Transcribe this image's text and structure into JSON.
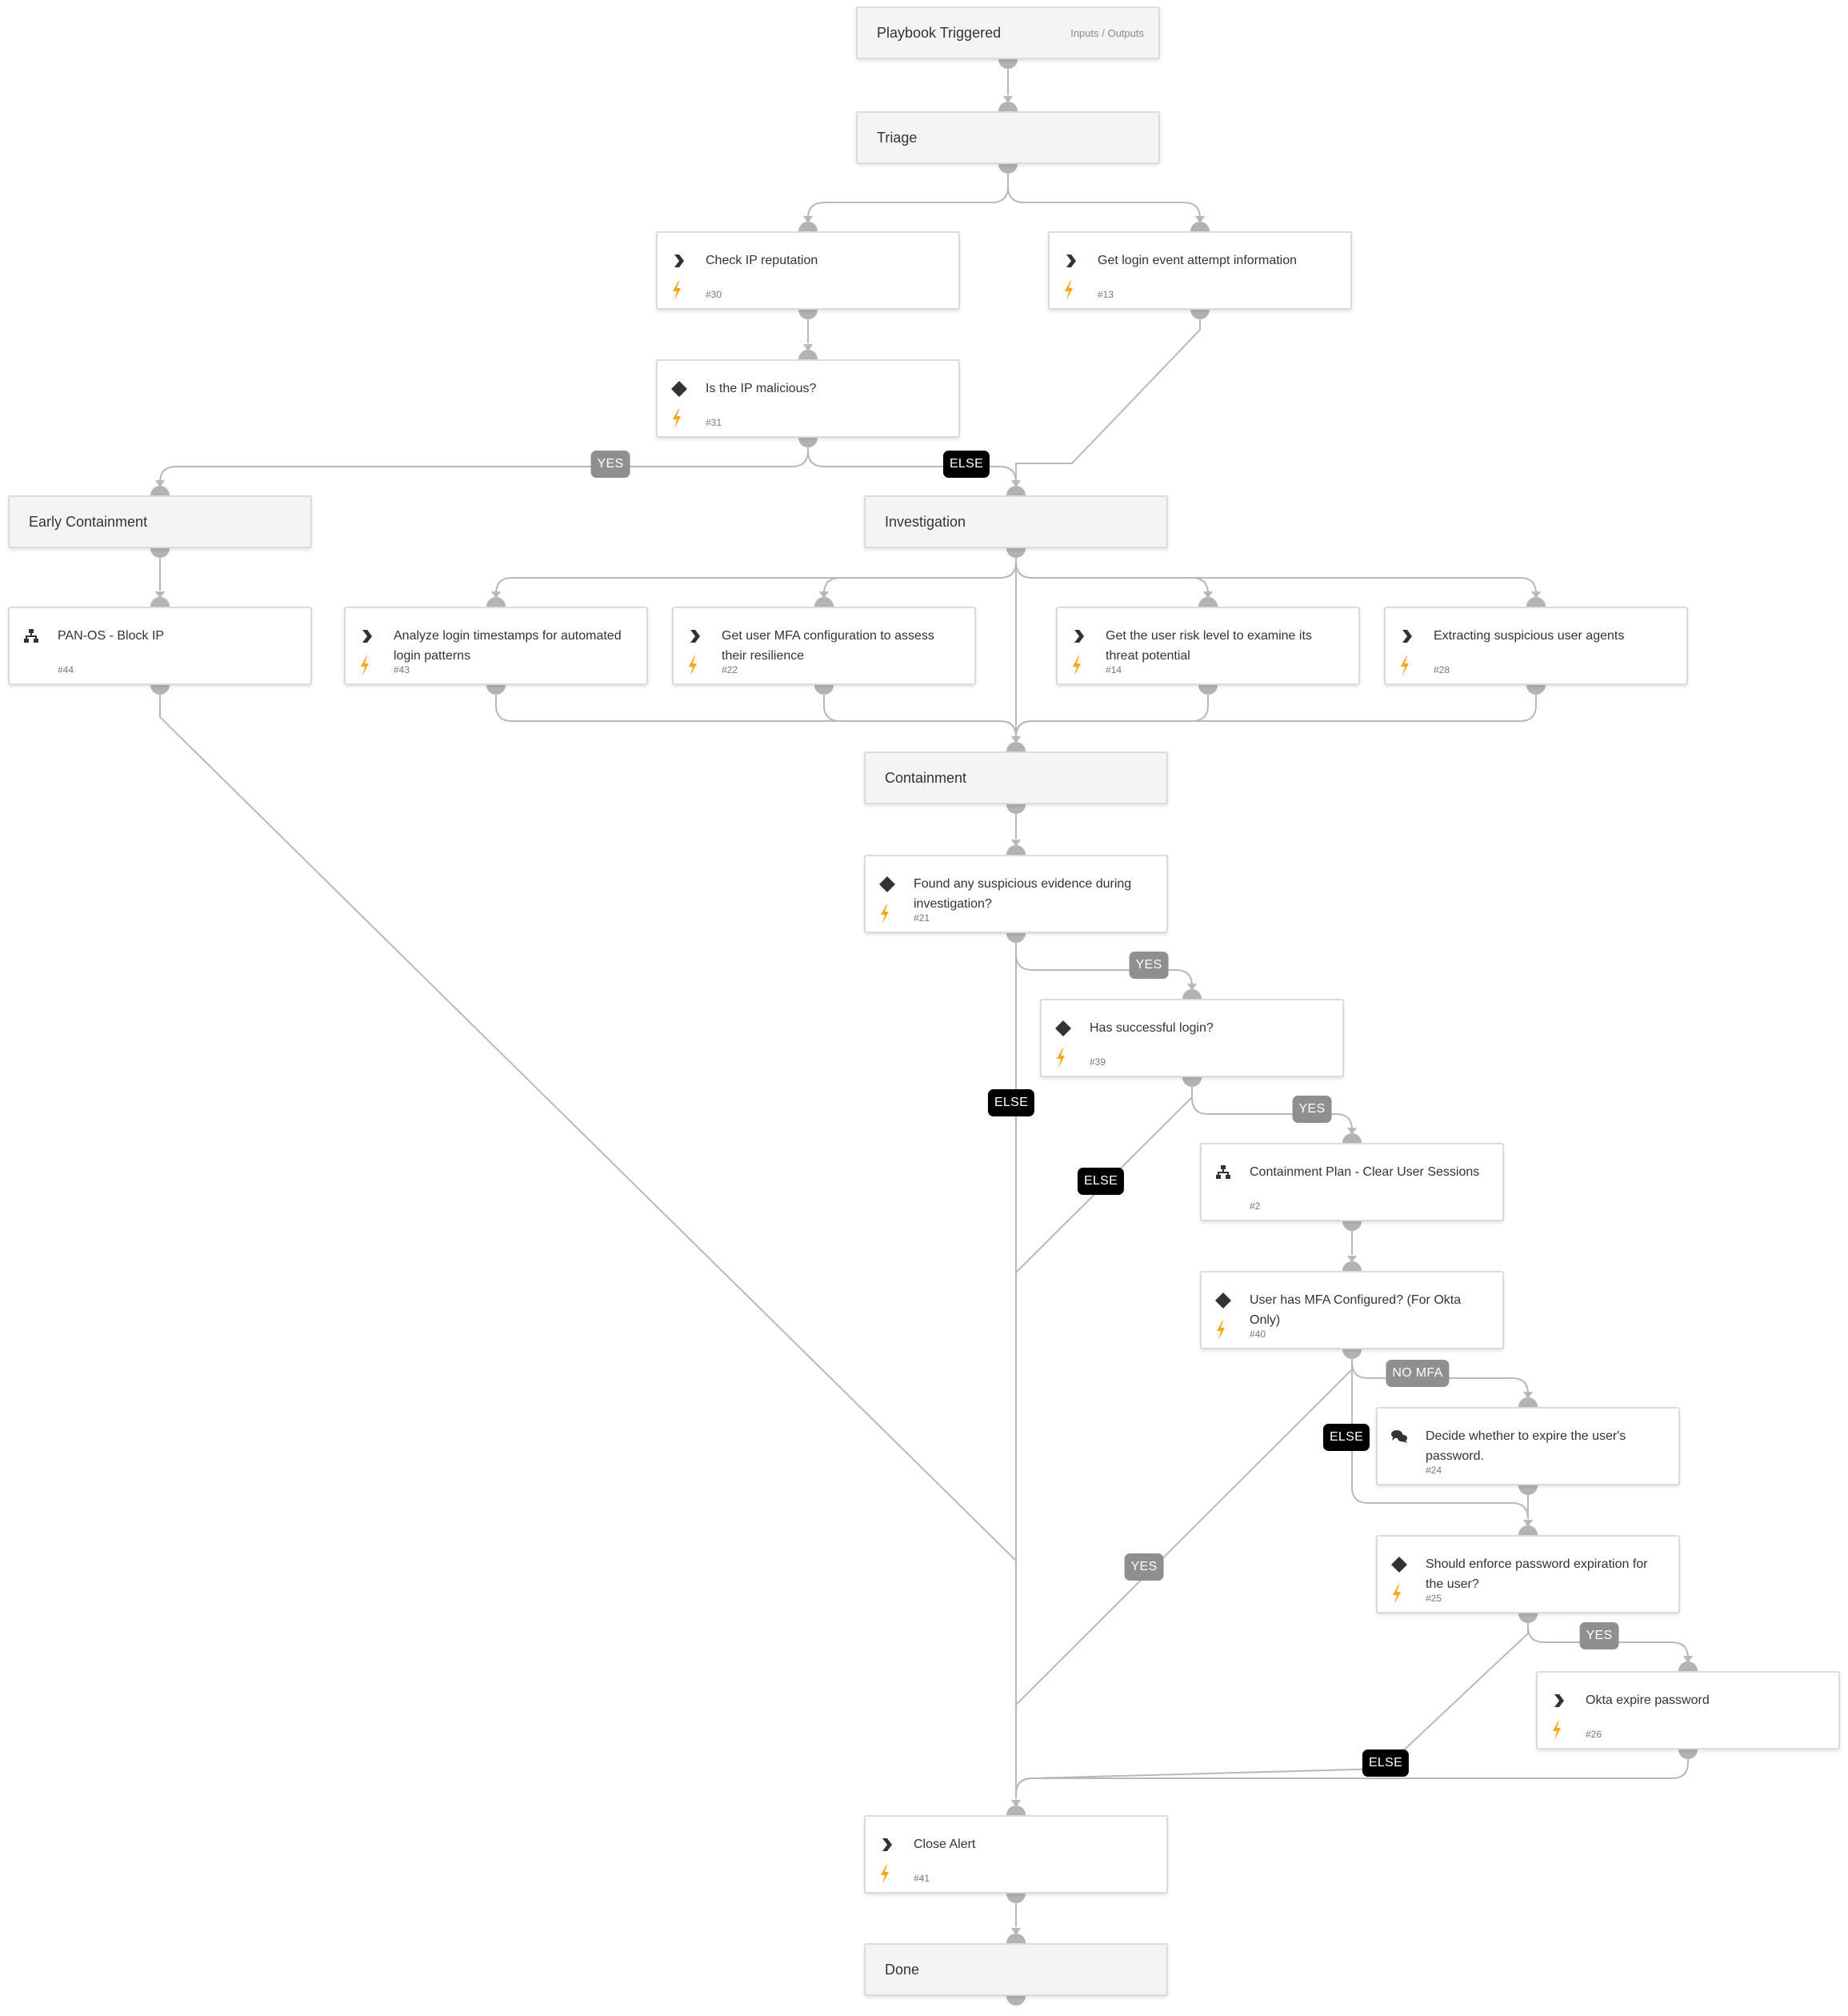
{
  "palette": {
    "wire": "#b9b9b9",
    "port": "#b3b3b3",
    "accent_bolt": "#f4a81b",
    "icon": "#333333"
  },
  "nodes": [
    {
      "id": "trigger",
      "label": "Playbook Triggered",
      "kind": "section",
      "side_link": "Inputs / Outputs"
    },
    {
      "id": "triage",
      "label": "Triage",
      "kind": "section"
    },
    {
      "id": "n30",
      "label": "Check IP reputation",
      "kind": "task",
      "icon": "chevron-icon",
      "num": "#30"
    },
    {
      "id": "n13",
      "label": "Get login event attempt information",
      "kind": "task",
      "icon": "chevron-icon",
      "num": "#13"
    },
    {
      "id": "n31",
      "label": "Is the IP malicious?",
      "kind": "task",
      "icon": "diamond-icon",
      "num": "#31"
    },
    {
      "id": "early",
      "label": "Early Containment",
      "kind": "section"
    },
    {
      "id": "investigation",
      "label": "Investigation",
      "kind": "section"
    },
    {
      "id": "n44",
      "label": "PAN-OS - Block IP",
      "kind": "task",
      "icon": "sitemap-icon",
      "num": "#44",
      "no_bolt": true
    },
    {
      "id": "n43",
      "label": "Analyze login timestamps for automated login patterns",
      "kind": "task",
      "icon": "chevron-icon",
      "num": "#43"
    },
    {
      "id": "n22",
      "label": "Get user MFA configuration to assess their resilience",
      "kind": "task",
      "icon": "chevron-icon",
      "num": "#22"
    },
    {
      "id": "n14",
      "label": "Get the user risk level to examine its threat potential",
      "kind": "task",
      "icon": "chevron-icon",
      "num": "#14"
    },
    {
      "id": "n28",
      "label": "Extracting suspicious user agents",
      "kind": "task",
      "icon": "chevron-icon",
      "num": "#28"
    },
    {
      "id": "containment",
      "label": "Containment",
      "kind": "section"
    },
    {
      "id": "n21",
      "label": "Found any suspicious evidence during investigation?",
      "kind": "task",
      "icon": "diamond-icon",
      "num": "#21"
    },
    {
      "id": "n39",
      "label": "Has successful login?",
      "kind": "task",
      "icon": "diamond-icon",
      "num": "#39"
    },
    {
      "id": "n2",
      "label": "Containment Plan - Clear User Sessions",
      "kind": "task",
      "icon": "sitemap-icon",
      "num": "#2",
      "no_bolt": true
    },
    {
      "id": "n40",
      "label": "User has MFA Configured? (For Okta Only)",
      "kind": "task",
      "icon": "diamond-icon",
      "num": "#40"
    },
    {
      "id": "n24",
      "label": "Decide whether to expire the user's password.",
      "kind": "task",
      "icon": "chat-icon",
      "num": "#24",
      "no_bolt": true
    },
    {
      "id": "n25",
      "label": "Should enforce password expiration for the user?",
      "kind": "task",
      "icon": "diamond-icon",
      "num": "#25"
    },
    {
      "id": "n26",
      "label": "Okta expire password",
      "kind": "task",
      "icon": "chevron-icon",
      "num": "#26"
    },
    {
      "id": "n41",
      "label": "Close Alert",
      "kind": "task",
      "icon": "chevron-icon",
      "num": "#41"
    },
    {
      "id": "done",
      "label": "Done",
      "kind": "section"
    }
  ],
  "edges": [
    {
      "from": "trigger",
      "to": "triage"
    },
    {
      "from": "triage",
      "to": "n30"
    },
    {
      "from": "triage",
      "to": "n13"
    },
    {
      "from": "n30",
      "to": "n31"
    },
    {
      "from": "n31",
      "to": "early",
      "label": "YES"
    },
    {
      "from": "n31",
      "to": "investigation",
      "label": "ELSE"
    },
    {
      "from": "n13",
      "to": "investigation"
    },
    {
      "from": "early",
      "to": "n44"
    },
    {
      "from": "investigation",
      "to": "n43"
    },
    {
      "from": "investigation",
      "to": "n22"
    },
    {
      "from": "investigation",
      "to": "n14"
    },
    {
      "from": "investigation",
      "to": "n28"
    },
    {
      "from": "investigation",
      "to": "containment"
    },
    {
      "from": "n43",
      "to": "containment"
    },
    {
      "from": "n22",
      "to": "containment"
    },
    {
      "from": "n14",
      "to": "containment"
    },
    {
      "from": "n28",
      "to": "containment"
    },
    {
      "from": "n44",
      "to": "n41"
    },
    {
      "from": "containment",
      "to": "n21"
    },
    {
      "from": "n21",
      "to": "n39",
      "label": "YES"
    },
    {
      "from": "n21",
      "to": "n41",
      "label": "ELSE"
    },
    {
      "from": "n39",
      "to": "n2",
      "label": "YES"
    },
    {
      "from": "n39",
      "to": "n41",
      "label": "ELSE"
    },
    {
      "from": "n2",
      "to": "n40"
    },
    {
      "from": "n40",
      "to": "n24",
      "label": "NO MFA"
    },
    {
      "from": "n40",
      "to": "n25",
      "label": "ELSE"
    },
    {
      "from": "n40",
      "to": "n41",
      "label": "YES"
    },
    {
      "from": "n24",
      "to": "n25"
    },
    {
      "from": "n25",
      "to": "n26",
      "label": "YES"
    },
    {
      "from": "n25",
      "to": "n41",
      "label": "ELSE"
    },
    {
      "from": "n26",
      "to": "n41"
    },
    {
      "from": "n41",
      "to": "done"
    }
  ]
}
